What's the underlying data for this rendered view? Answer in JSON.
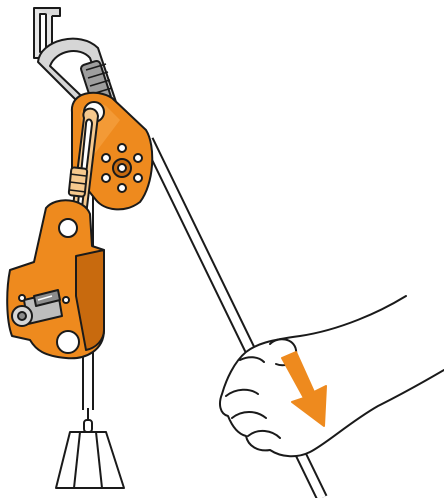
{
  "figure": {
    "subject": "",
    "parts": [
      {
        "id": "anchor",
        "icon": "anchor-bracket-icon"
      },
      {
        "id": "carabiner",
        "icon": "carabiner-icon"
      },
      {
        "id": "pulley",
        "icon": "pulley-icon"
      },
      {
        "id": "rope-clamp",
        "icon": "rope-clamp-icon"
      },
      {
        "id": "rope",
        "icon": "rope-icon"
      },
      {
        "id": "hand",
        "icon": "hand-icon"
      },
      {
        "id": "load",
        "icon": "weight-load-icon"
      },
      {
        "id": "pull-direction",
        "icon": "arrow-down-right-icon"
      }
    ]
  },
  "colors": {
    "device_orange": "#EE8A1E",
    "device_orange_dark": "#C86A0E",
    "outline": "#1a1a1a",
    "metal_light": "#e6e6e6",
    "metal_mid": "#bdbdbd",
    "background": "#ffffff"
  }
}
